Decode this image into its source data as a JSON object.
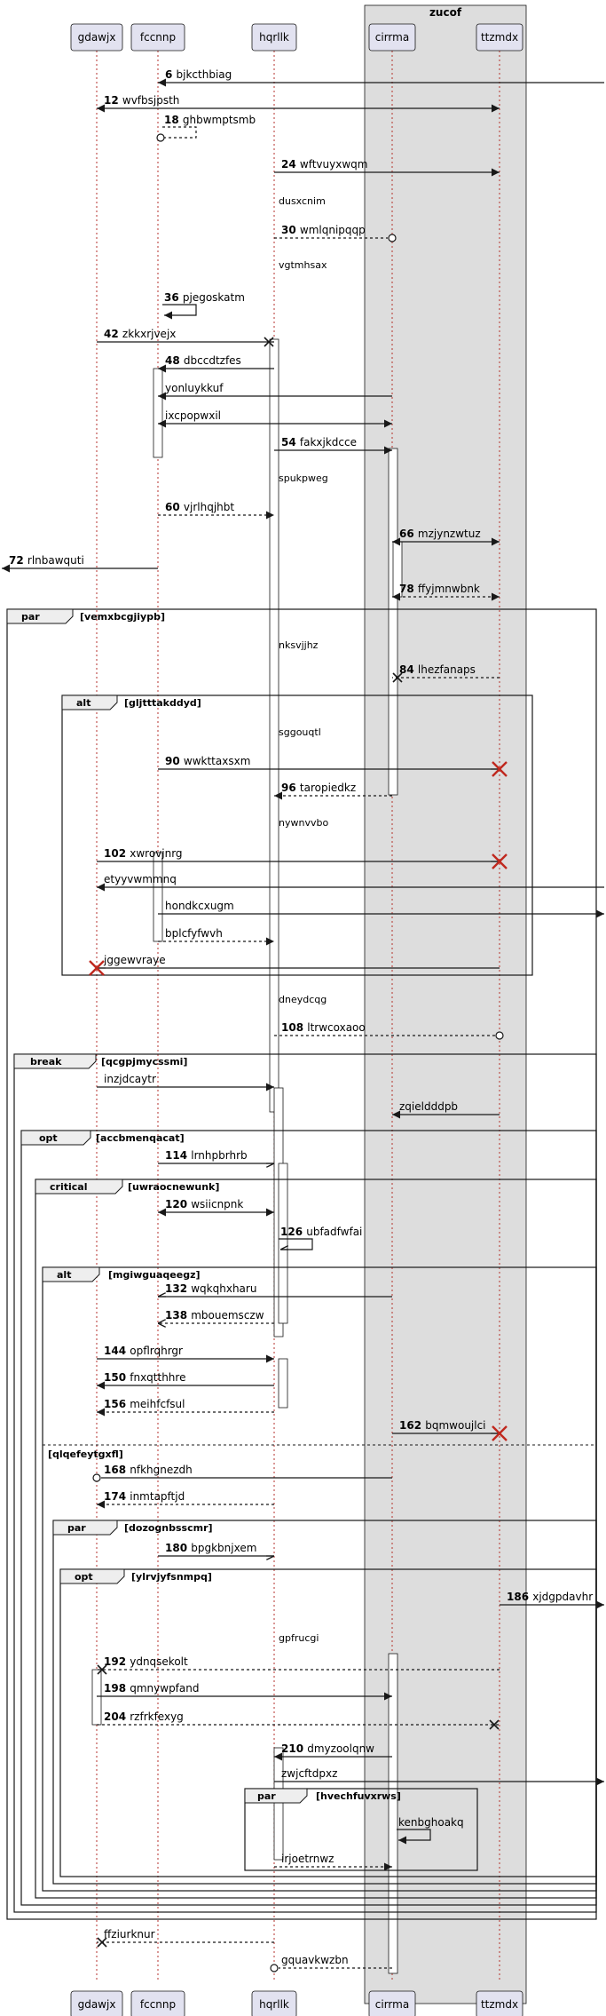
{
  "box": {
    "title": "zucof"
  },
  "participants": [
    "gdawjx",
    "fccnnp",
    "hqrllk",
    "cirrma",
    "ttzmdx"
  ],
  "messages": [
    {
      "n": "6",
      "text": "bjkcthbiag"
    },
    {
      "n": "12",
      "text": "wvfbsjpsth"
    },
    {
      "n": "18",
      "text": "ghbwmptsmb"
    },
    {
      "n": "24",
      "text": "wftvuyxwqm"
    },
    {
      "n": "",
      "text": "dusxcnim"
    },
    {
      "n": "30",
      "text": "wmlqnipqqp"
    },
    {
      "n": "",
      "text": "vgtmhsax"
    },
    {
      "n": "36",
      "text": "pjegoskatm"
    },
    {
      "n": "42",
      "text": "zkkxrjvejx"
    },
    {
      "n": "48",
      "text": "dbccdtzfes"
    },
    {
      "n": "",
      "text": "yonluykkuf"
    },
    {
      "n": "",
      "text": "ixcpopwxil"
    },
    {
      "n": "54",
      "text": "fakxjkdcce"
    },
    {
      "n": "",
      "text": "spukpweg"
    },
    {
      "n": "60",
      "text": "vjrlhqjhbt"
    },
    {
      "n": "66",
      "text": "mzjynzwtuz"
    },
    {
      "n": "72",
      "text": "rlnbawquti"
    },
    {
      "n": "78",
      "text": "ffyjmnwbnk"
    },
    {
      "n": "",
      "text": "nksvjjhz"
    },
    {
      "n": "84",
      "text": "lhezfanaps"
    },
    {
      "n": "",
      "text": "sggouqtl"
    },
    {
      "n": "90",
      "text": "wwkttaxsxm"
    },
    {
      "n": "96",
      "text": "taropiedkz"
    },
    {
      "n": "",
      "text": "nywnvvbo"
    },
    {
      "n": "102",
      "text": "xwrovjnrg"
    },
    {
      "n": "",
      "text": "etyyvwmmnq"
    },
    {
      "n": "",
      "text": "hondkcxugm"
    },
    {
      "n": "",
      "text": "bplcfyfwvh"
    },
    {
      "n": "",
      "text": "jggewvraye"
    },
    {
      "n": "",
      "text": "dneydcqg"
    },
    {
      "n": "108",
      "text": "ltrwcoxaoo"
    },
    {
      "n": "",
      "text": "inzjdcaytr"
    },
    {
      "n": "",
      "text": "zqieldddpb"
    },
    {
      "n": "114",
      "text": "lrnhpbrhrb"
    },
    {
      "n": "120",
      "text": "wsiicnpnk"
    },
    {
      "n": "126",
      "text": "ubfadfwfai"
    },
    {
      "n": "132",
      "text": "wqkqhxharu"
    },
    {
      "n": "138",
      "text": "mbouemsczw"
    },
    {
      "n": "144",
      "text": "opflrqhrgr"
    },
    {
      "n": "150",
      "text": "fnxqtthhre"
    },
    {
      "n": "156",
      "text": "meihfcfsul"
    },
    {
      "n": "162",
      "text": "bqmwoujlci"
    },
    {
      "n": "168",
      "text": "nfkhgnezdh"
    },
    {
      "n": "174",
      "text": "inmtapftjd"
    },
    {
      "n": "180",
      "text": "bpgkbnjxem"
    },
    {
      "n": "186",
      "text": "xjdgpdavhr"
    },
    {
      "n": "",
      "text": "gpfrucgi"
    },
    {
      "n": "192",
      "text": "ydnqsekolt"
    },
    {
      "n": "198",
      "text": "qmnywpfand"
    },
    {
      "n": "204",
      "text": "rzfrkfexyg"
    },
    {
      "n": "210",
      "text": "dmyzoolqnw"
    },
    {
      "n": "",
      "text": "zwjcftdpxz"
    },
    {
      "n": "",
      "text": "kenbghoakq"
    },
    {
      "n": "",
      "text": "irjoetrnwz"
    },
    {
      "n": "",
      "text": "ffziurknur"
    },
    {
      "n": "",
      "text": "gquavkwzbn"
    }
  ],
  "frames": [
    {
      "kind": "par",
      "label": "[vemxbcgjiypb]"
    },
    {
      "kind": "alt",
      "label": "[gljtttakddyd]"
    },
    {
      "kind": "break",
      "label": "[qcgpjmycssmi]"
    },
    {
      "kind": "opt",
      "label": "[accbmenqacat]"
    },
    {
      "kind": "critical",
      "label": "[uwraocnewunk]"
    },
    {
      "kind": "alt",
      "label": "[mgiwguaqeegz]"
    },
    {
      "kind": "",
      "label": "[qlqefeytgxfl]"
    },
    {
      "kind": "par",
      "label": "[dozognbsscmr]"
    },
    {
      "kind": "opt",
      "label": "[ylrvjyfsnmpq]"
    },
    {
      "kind": "par",
      "label": "[hvechfuvxrws]"
    }
  ]
}
